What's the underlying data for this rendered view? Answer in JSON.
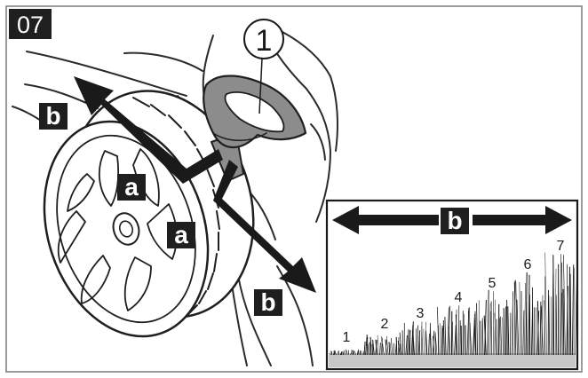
{
  "figure": {
    "number": "07",
    "callout_item": "1",
    "labels": {
      "direction_b": "b",
      "direction_a": "a"
    },
    "height_settings": [
      "1",
      "2",
      "3",
      "4",
      "5",
      "6",
      "7"
    ]
  },
  "colors": {
    "ink": "#1a1a1a",
    "line": "#2b2b2b",
    "lever_fill": "#8c8c8c",
    "lever_dark": "#5e5e5e",
    "ground": "#c8c8c8",
    "label_bg": "#1f1f1f",
    "label_text": "#ffffff"
  }
}
